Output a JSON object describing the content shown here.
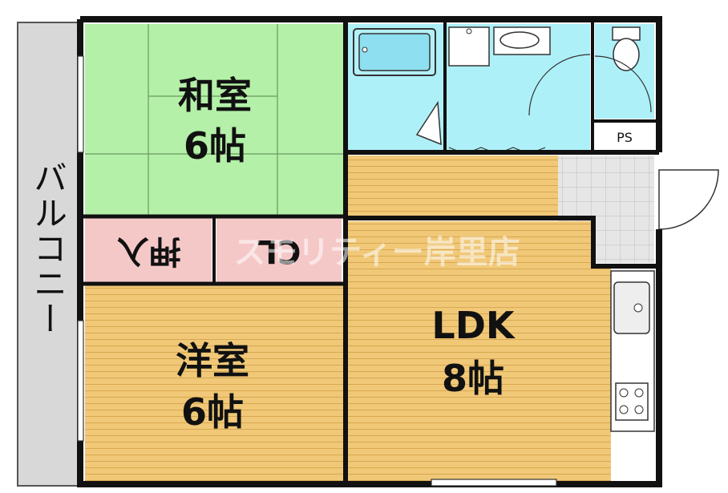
{
  "rooms": {
    "washitsu": {
      "name": "和室",
      "size": "6帖",
      "color": "#b4f0a8"
    },
    "youshitsu": {
      "name": "洋室",
      "size": "6帖",
      "color": "#f0c878"
    },
    "ldk": {
      "name": "LDK",
      "size": "8帖",
      "color": "#f0c878"
    },
    "oshiire": {
      "name": "押入",
      "color": "#f5c8c8"
    },
    "closet": {
      "name": "CL",
      "color": "#f5c8c8"
    },
    "balcony": {
      "name": "バルコニー",
      "color": "#d8d8d8"
    },
    "ps": {
      "name": "PS"
    }
  },
  "watermark": "スモリティー岸里店",
  "colors": {
    "wall": "#111111",
    "water_area": "#aef0f8",
    "entrance_tile": "#e6e6e6",
    "floor_line": "#d8a850"
  }
}
